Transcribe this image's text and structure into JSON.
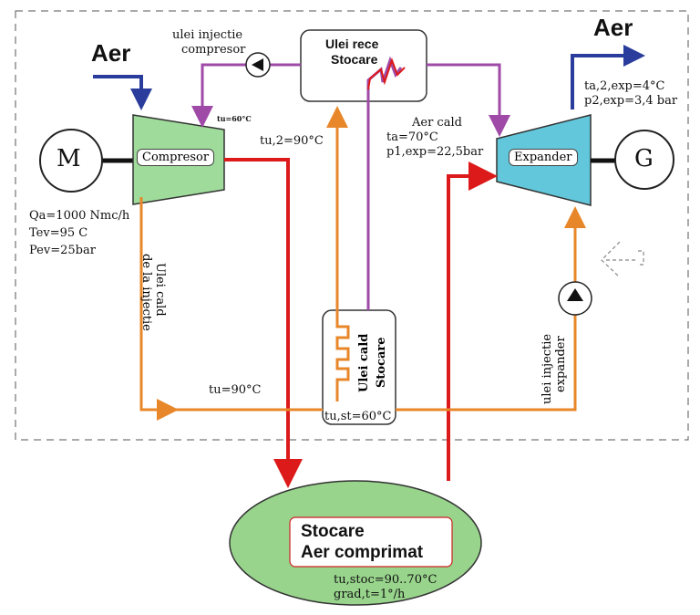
{
  "labels": {
    "aer_in": "Aer",
    "aer_out": "Aer",
    "oil_inj_comp_1": "ulei injectie",
    "oil_inj_comp_2": "compresor",
    "cold_oil_1": "Ulei rece",
    "cold_oil_2": "Stocare",
    "tu60_small": "tu=60°C",
    "tu2": "tu,2=90°C",
    "hot_air_1": "Aer cald",
    "hot_air_2": "ta=70°C",
    "hot_air_3": "p1,exp=22,5bar",
    "out_1": "ta,2,exp=4°C",
    "out_2": "p2,exp=3,4 bar",
    "motor": "M",
    "generator": "G",
    "compressor": "Compresor",
    "expander": "Expander",
    "qa": "Qa=1000 Nmc/h",
    "tev": "Tev=95 C",
    "pev": "Pev=25bar",
    "hot_oil_inj_1": "Ulei cald",
    "hot_oil_inj_2": "de la injectie",
    "hot_oil_stor_1": "Ulei cald",
    "hot_oil_stor_2": "Stocare",
    "oil_inj_exp_1": "ulei injectie",
    "oil_inj_exp_2": "expander",
    "tu90": "tu=90°C",
    "tust": "tu,st=60°C",
    "storage_1": "Stocare",
    "storage_2": "Aer comprimat",
    "storage_3": "tu,stoc=90..70°C",
    "storage_4": "grad,t=1°/h"
  },
  "colors": {
    "air": "#2a3c9c",
    "hot_air": "#dd1a1a",
    "hot_oil": "#e8872a",
    "cold_oil": "#a04aa8",
    "compressor": "#9fdb9a",
    "expander": "#62c7db",
    "storage_fill": "#98d48c"
  }
}
